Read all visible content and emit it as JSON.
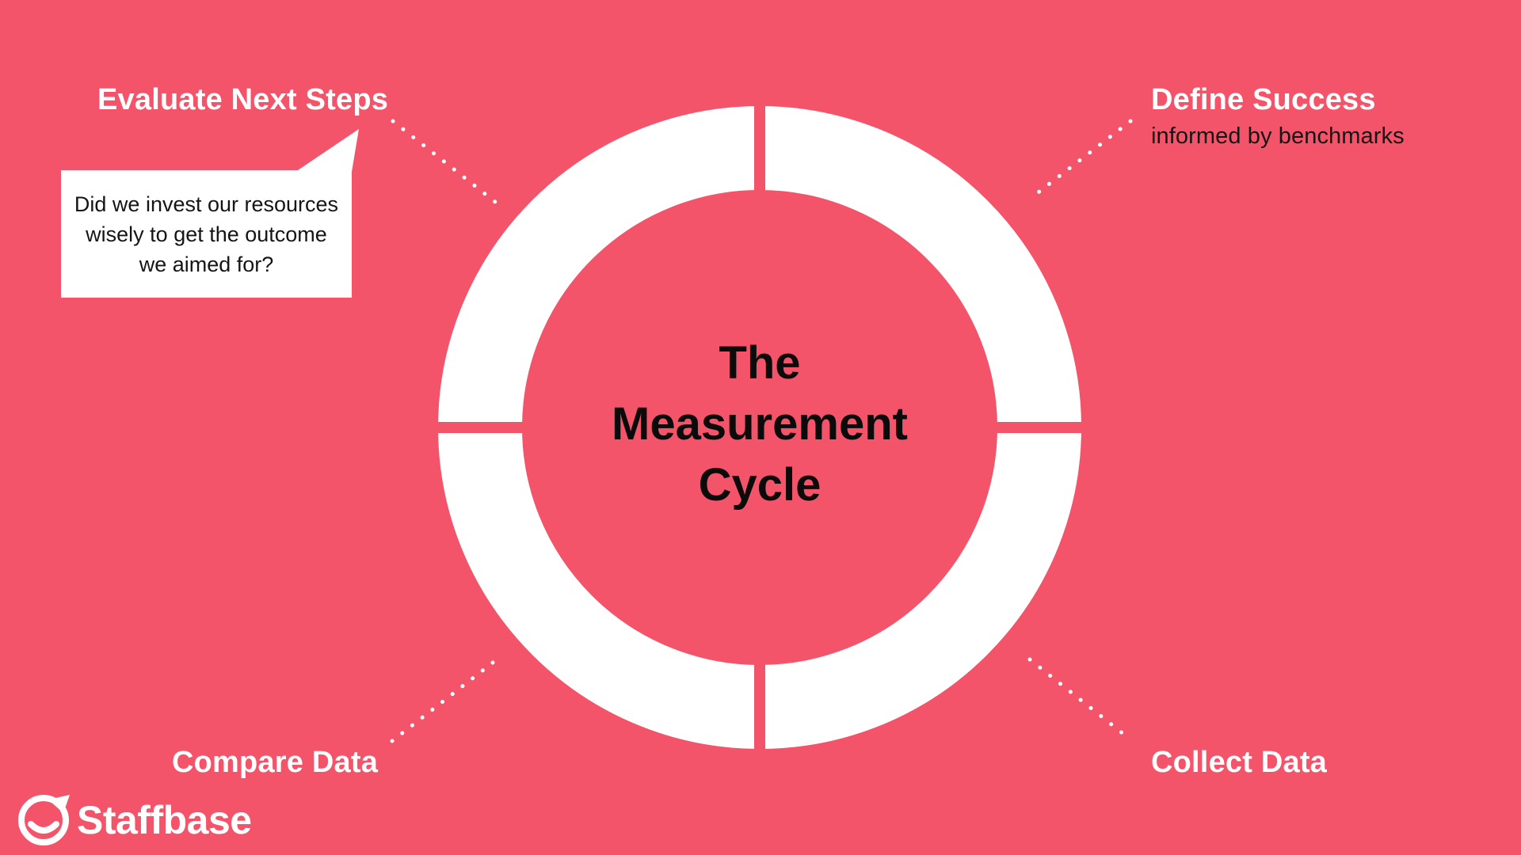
{
  "diagram": {
    "type": "cycle-diagram",
    "center_title_lines": [
      "The",
      "Measurement",
      "Cycle"
    ],
    "segments": 4
  },
  "steps": {
    "define": {
      "label": "Define Success",
      "note": "informed by benchmarks",
      "position": "top-right"
    },
    "collect": {
      "label": "Collect Data",
      "position": "bottom-right"
    },
    "compare": {
      "label": "Compare Data",
      "position": "bottom-left"
    },
    "evaluate": {
      "label": "Evaluate Next Steps",
      "position": "top-left"
    }
  },
  "speech_bubble": {
    "lines": [
      "Did we invest our resources",
      "wisely to get the outcome",
      "we aimed for?"
    ],
    "attached_to": "evaluate"
  },
  "brand": {
    "wordmark": "Staffbase",
    "logo": "smiley-speech-bubble-icon"
  },
  "colors": {
    "background": "#F45469",
    "ring": "#FFFFFF",
    "step_label_text": "#FFFFFF",
    "note_text": "#151515",
    "center_title_text": "#0B0B0B",
    "bubble_background": "#FFFFFF",
    "bubble_text": "#151515"
  }
}
